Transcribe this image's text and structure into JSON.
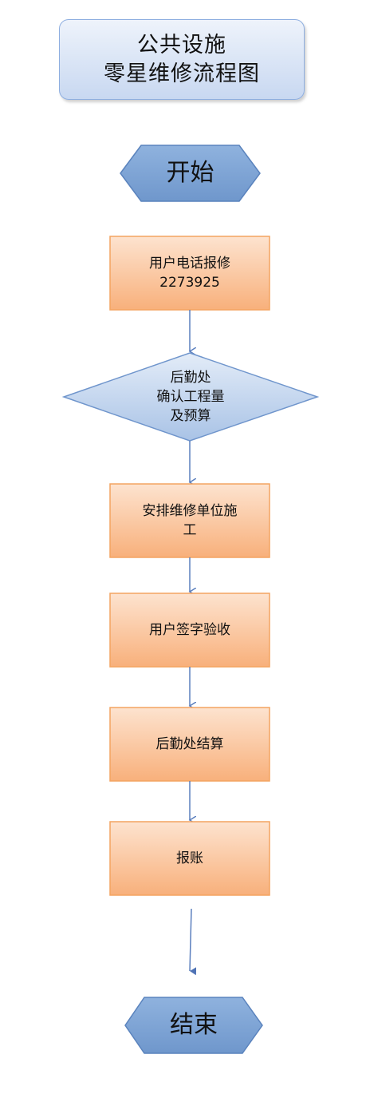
{
  "title": {
    "line1": "公共设施",
    "line2": "零星维修流程图"
  },
  "start": {
    "label": "开始"
  },
  "steps": [
    {
      "lines": [
        "用户电话报修",
        "2273925"
      ]
    },
    {
      "lines": [
        "后勤处",
        "确认工程量",
        "及预算"
      ]
    },
    {
      "lines": [
        "安排维修单位施",
        "工"
      ]
    },
    {
      "lines": [
        "用户签字验收"
      ]
    },
    {
      "lines": [
        "后勤处结算"
      ]
    },
    {
      "lines": [
        "报账"
      ]
    }
  ],
  "end": {
    "label": "结束"
  },
  "colors": {
    "process_fill_top": "#fde3cf",
    "process_fill_bottom": "#f8b07b",
    "process_border": "#f4a460",
    "decision_fill_top": "#e3ecf8",
    "decision_fill_bottom": "#a9c3e6",
    "decision_border": "#6f95cc",
    "terminal_fill": "#7fa5d6",
    "terminal_border": "#5a83bd",
    "arrow": "#5b7fbe"
  }
}
